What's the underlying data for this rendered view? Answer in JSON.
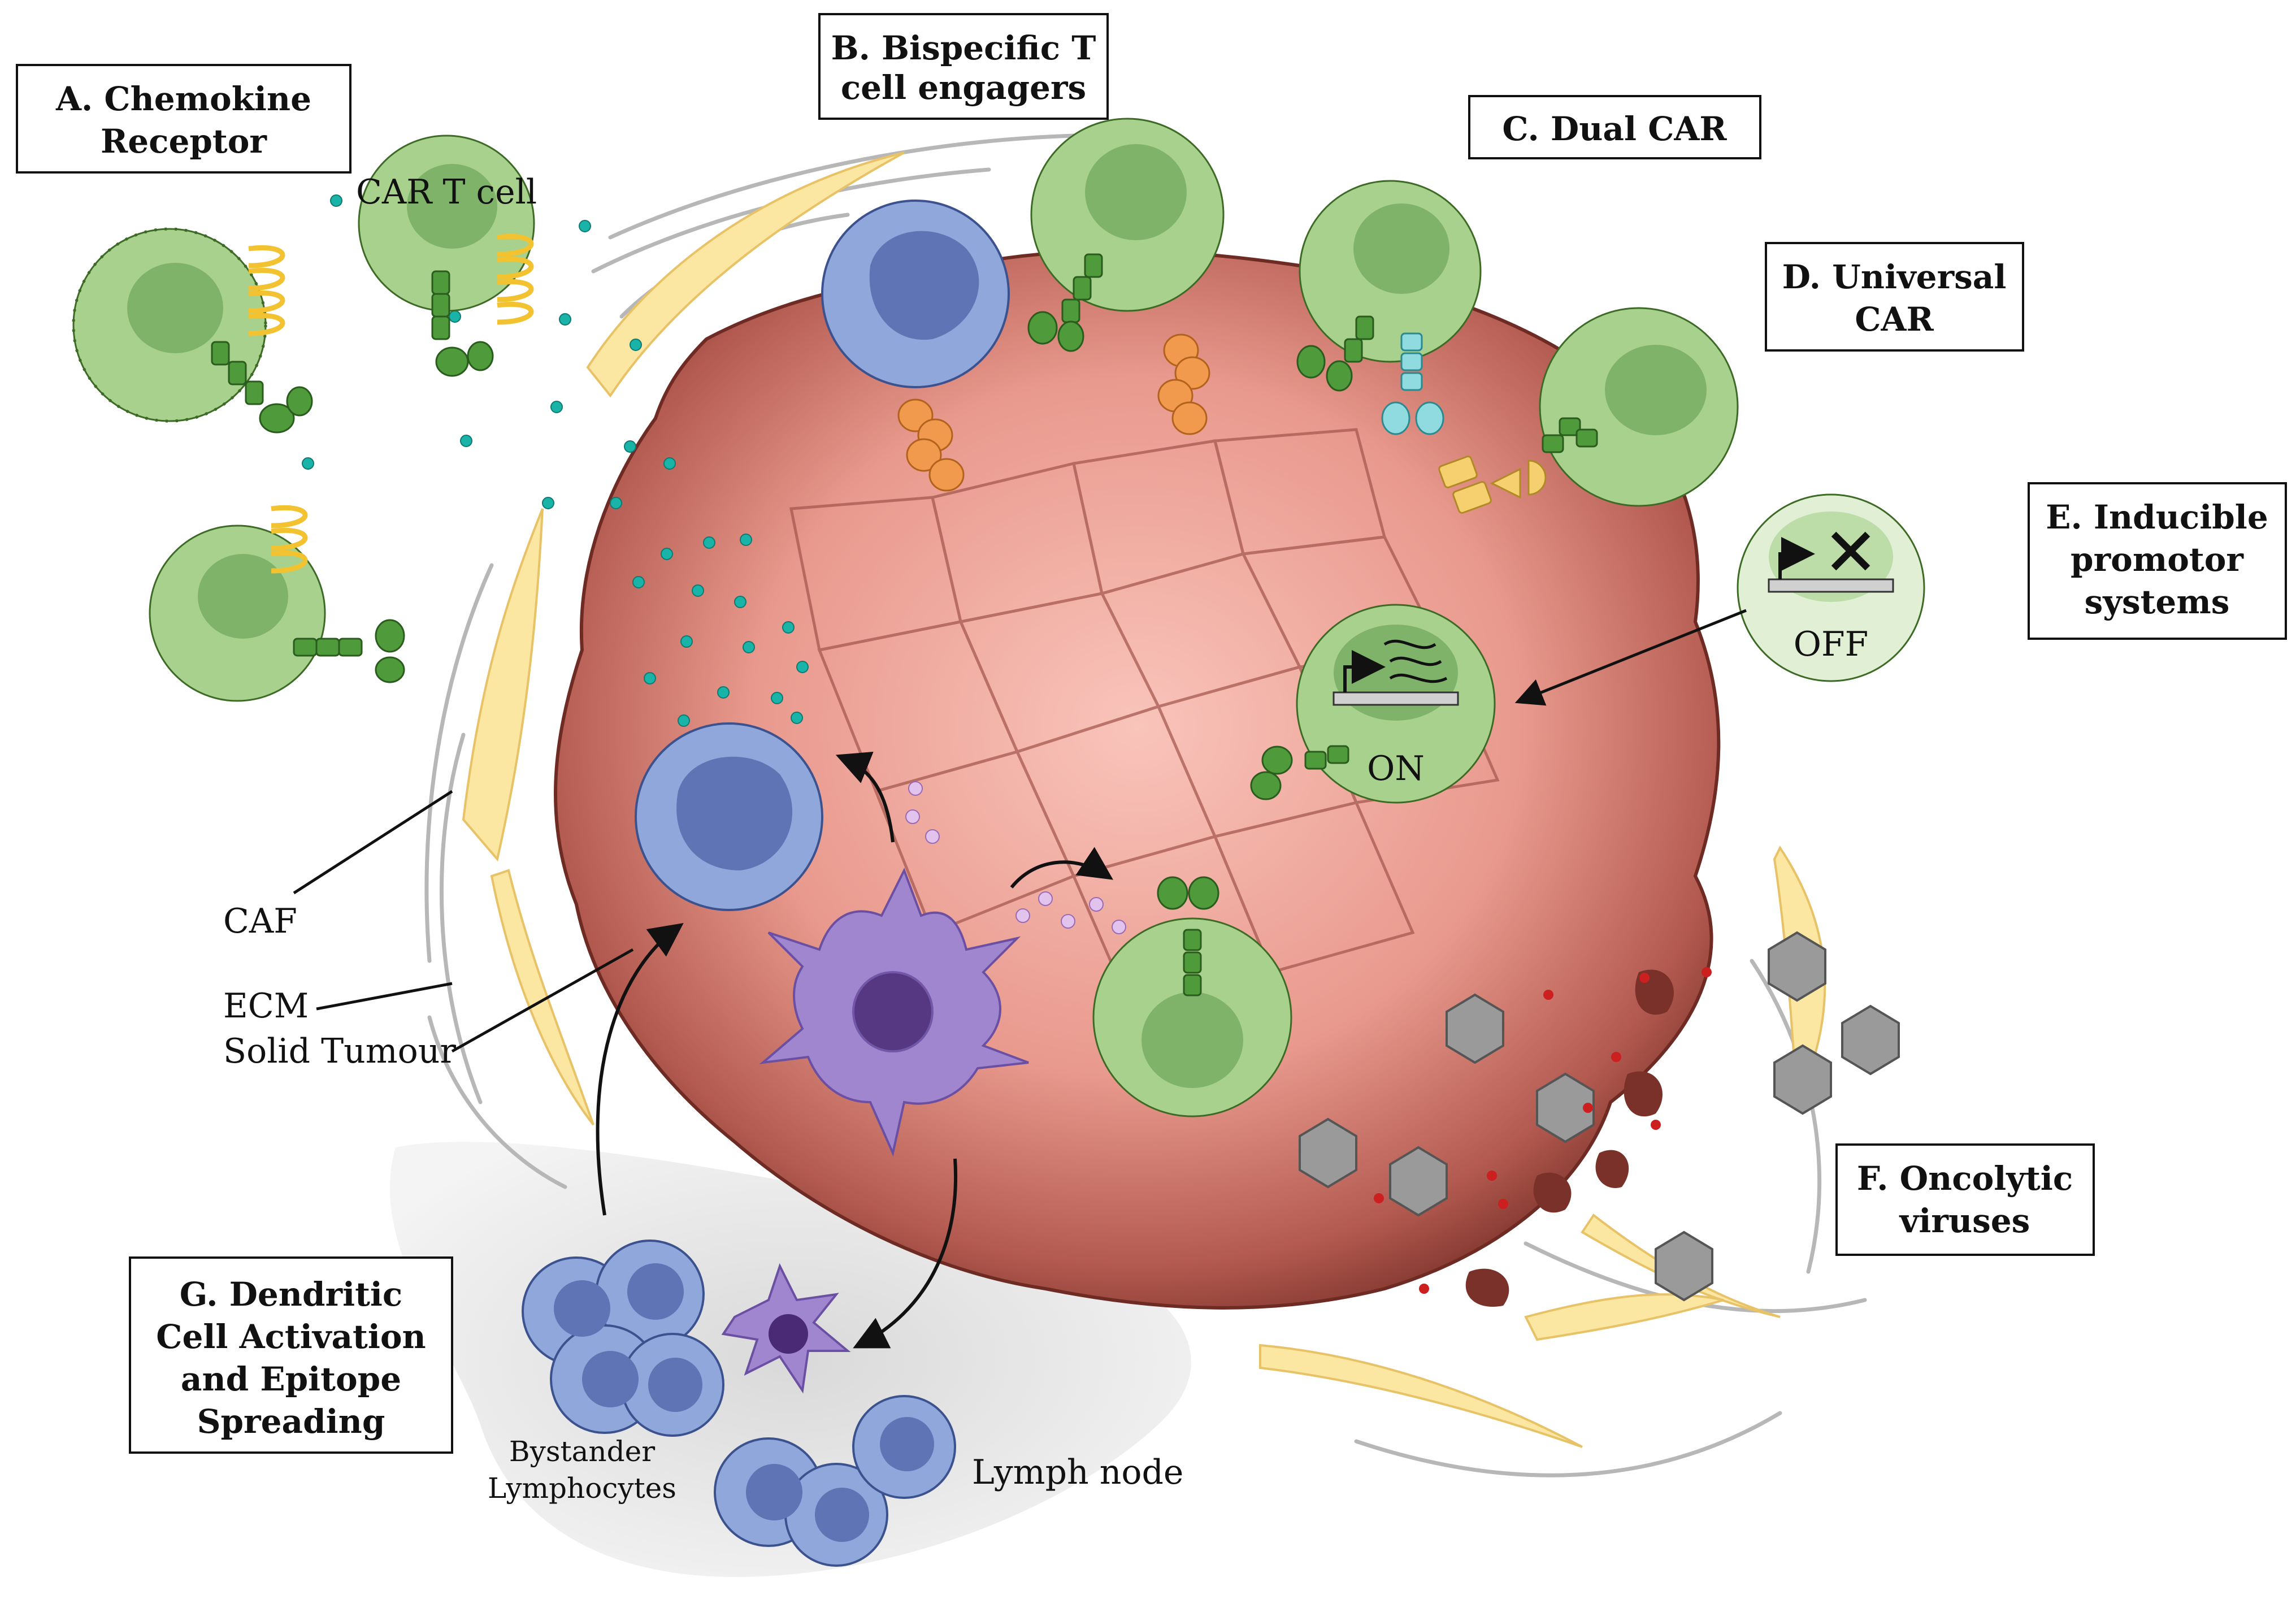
{
  "panels": {
    "a": [
      "A. Chemokine",
      "Receptor"
    ],
    "b": [
      "B. Bispecific T",
      "cell engagers"
    ],
    "c": [
      "C. Dual CAR"
    ],
    "d": [
      "D. Universal",
      "CAR"
    ],
    "e": [
      "E. Inducible",
      "promotor",
      "systems"
    ],
    "f": [
      "F. Oncolytic",
      "viruses"
    ],
    "g": [
      "G. Dendritic",
      "Cell Activation",
      "and Epitope",
      "Spreading"
    ]
  },
  "labels": {
    "car_t_cell": "CAR T cell",
    "caf": "CAF",
    "ecm": "ECM",
    "solid_tumour": "Solid Tumour",
    "on": "ON",
    "off": "OFF",
    "bystander": [
      "Bystander",
      "Lymphocytes"
    ],
    "lymph_node": "Lymph node"
  },
  "colors": {
    "car_t": "#a9d18e",
    "car_t_stroke": "#3d6b26",
    "nucleus_green": "#7fb36a",
    "tumour_light": "#f6b8ad",
    "tumour_dark": "#8a3d35",
    "blue_cell": "#8fa7db",
    "blue_nucleus": "#5e74b4",
    "dendritic": "#9f86cf",
    "caf": "#fbe6a2",
    "virus": "#9a9a9a",
    "cytokine": "#1ab3a8",
    "chemokine_coil": "#f2c230"
  }
}
